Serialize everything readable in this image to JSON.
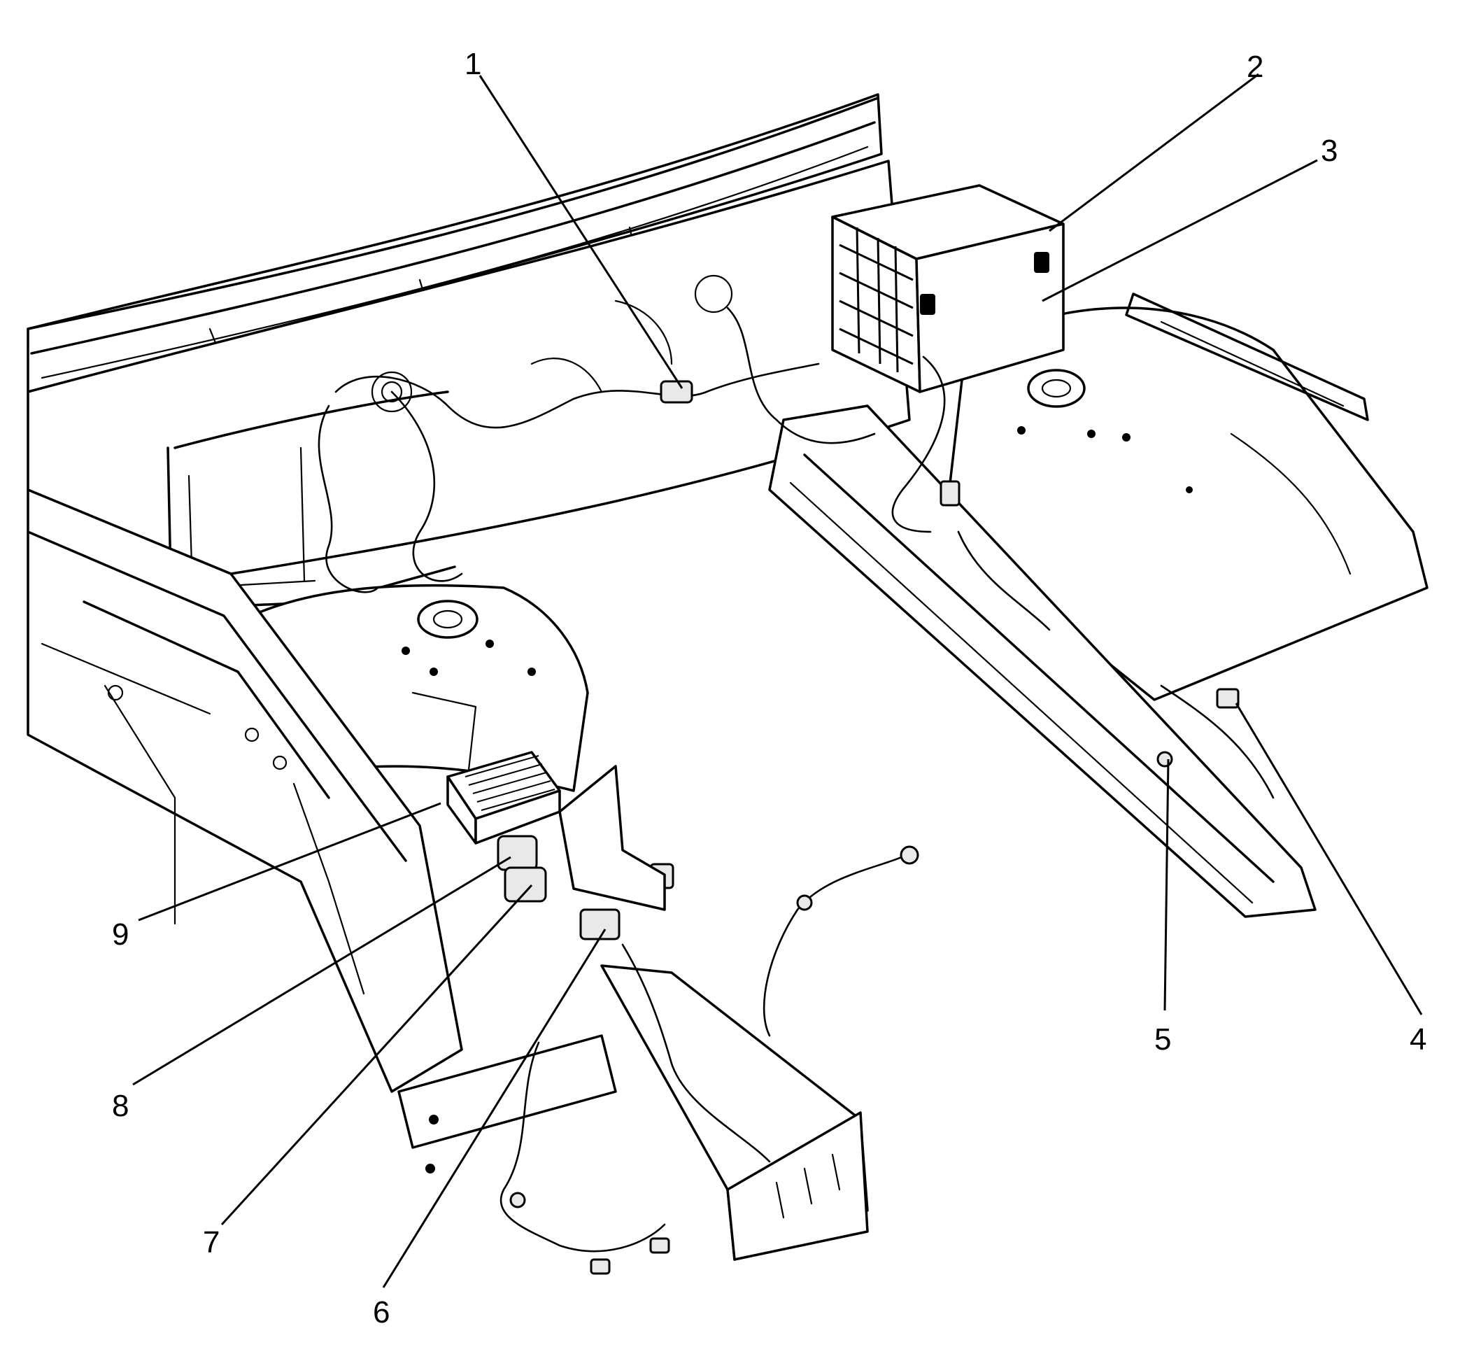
{
  "diagram": {
    "type": "exploded-view",
    "callouts": [
      {
        "id": "1",
        "label": "1"
      },
      {
        "id": "2",
        "label": "2"
      },
      {
        "id": "3",
        "label": "3"
      },
      {
        "id": "4",
        "label": "4"
      },
      {
        "id": "5",
        "label": "5"
      },
      {
        "id": "6",
        "label": "6"
      },
      {
        "id": "7",
        "label": "7"
      },
      {
        "id": "8",
        "label": "8"
      },
      {
        "id": "9",
        "label": "9"
      }
    ]
  }
}
